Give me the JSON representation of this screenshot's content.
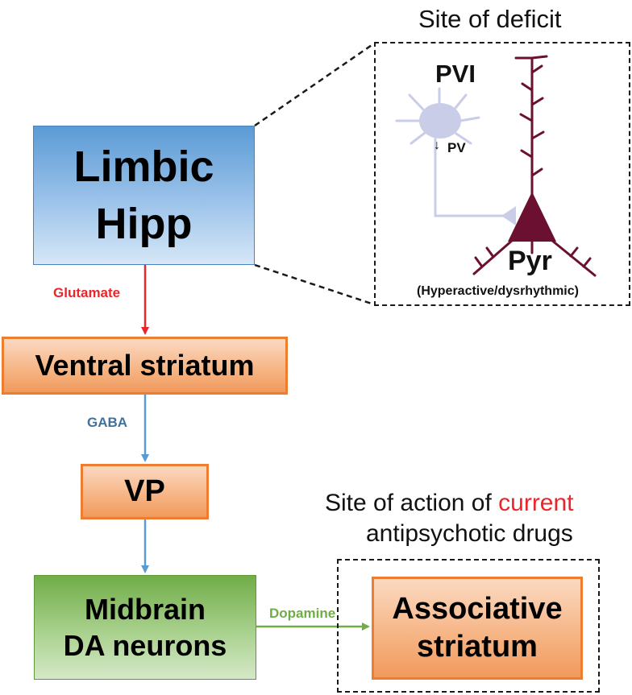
{
  "boxes": {
    "limbic": {
      "line1": "Limbic",
      "line2": "Hipp"
    },
    "ventral": {
      "label": "Ventral striatum"
    },
    "vp": {
      "label": "VP"
    },
    "midbrain": {
      "line1": "Midbrain",
      "line2": "DA neurons"
    },
    "associative": {
      "line1": "Associative",
      "line2": "striatum"
    }
  },
  "arrows": {
    "glutamate": "Glutamate",
    "gaba": "GABA",
    "dopamine": "Dopamine"
  },
  "deficit_panel": {
    "title": "Site of deficit",
    "pvi": "PVI",
    "pv_arrow": "↓",
    "pv": "PV",
    "pyr": "Pyr",
    "pyr_note": "(Hyperactive/dysrhythmic)"
  },
  "action_panel": {
    "title_part1": "Site of action of",
    "title_highlight": "current",
    "title_line2": "antipsychotic drugs"
  },
  "colors": {
    "glutamate": "#e8262b",
    "gaba": "#5b9bd5",
    "dopamine": "#70ad47",
    "gaba_label": "#41719c",
    "highlight": "#e8262b",
    "pyramidal": "#6b1030",
    "interneuron": "#c9cde8"
  }
}
